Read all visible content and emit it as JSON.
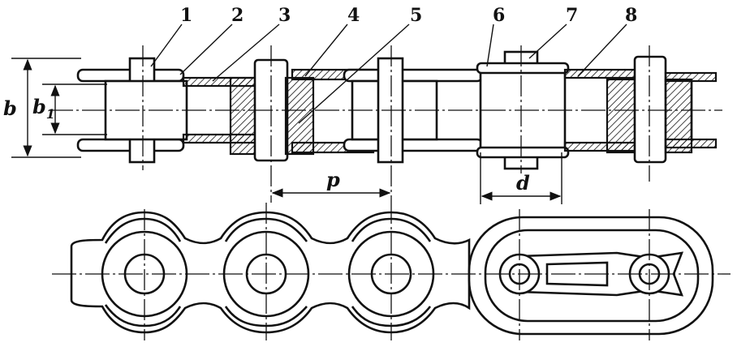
{
  "part_labels": [
    "1",
    "2",
    "3",
    "4",
    "5",
    "6",
    "7",
    "8"
  ],
  "dimensions": {
    "b": "b",
    "b1_base": "b",
    "b1_sub": "1",
    "p": "p",
    "d": "d"
  }
}
